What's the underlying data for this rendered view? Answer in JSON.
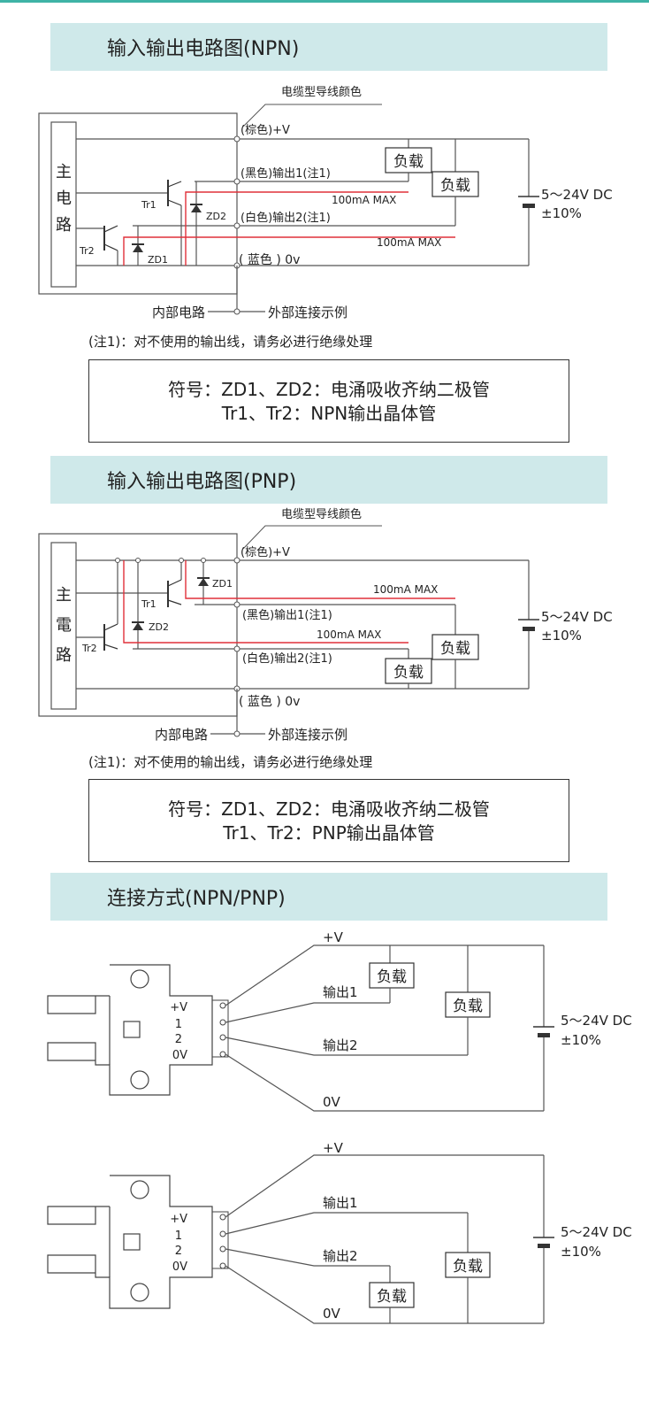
{
  "npn": {
    "title": "输入输出电路图(NPN)",
    "cable_color_label": "电缆型导线颜色",
    "main_circuit": [
      "主",
      "电",
      "路"
    ],
    "brown": "(棕色)+V",
    "black_out1": "(黑色)输出1(注1)",
    "white_out2": "(白色)输出2(注1)",
    "blue": "( 蓝色 ) 0v",
    "tr1": "Tr1",
    "tr2": "Tr2",
    "zd1": "ZD1",
    "zd2": "ZD2",
    "max1": "100mA MAX",
    "max2": "100mA MAX",
    "load": "负载",
    "supply_v": "5～24V DC",
    "supply_tol": "±10%",
    "internal": "内部电路",
    "external": "外部连接示例",
    "note": "(注1)：对不使用的输出线，请务必进行绝缘处理",
    "legend_line1": "符号：ZD1、ZD2：电涌吸收齐纳二极管",
    "legend_line2": "Tr1、Tr2：NPN输出晶体管"
  },
  "pnp": {
    "title": "输入输出电路图(PNP)",
    "cable_color_label": "电缆型导线颜色",
    "main_circuit": [
      "主",
      "電",
      "路"
    ],
    "brown": "(棕色)+V",
    "black_out1": "(黑色)输出1(注1)",
    "white_out2": "(白色)输出2(注1)",
    "blue": "( 蓝色 ) 0v",
    "tr1": "Tr1",
    "tr2": "Tr2",
    "zd1": "ZD1",
    "zd2": "ZD2",
    "max1": "100mA MAX",
    "max2": "100mA MAX",
    "load": "负载",
    "supply_v": "5～24V DC",
    "supply_tol": "±10%",
    "internal": "内部电路",
    "external": "外部连接示例",
    "note": "(注1)：对不使用的输出线，请务必进行绝缘处理",
    "legend_line1": "符号：ZD1、ZD2：电涌吸收齐纳二极管",
    "legend_line2": "Tr1、Tr2：PNP输出晶体管"
  },
  "connection": {
    "title": "连接方式(NPN/PNP)",
    "pins": [
      "+V",
      "1",
      "2",
      "0V"
    ],
    "wire_v": "+V",
    "wire_out1": "输出1",
    "wire_out2": "输出2",
    "wire_0v": "0V",
    "load": "负载",
    "supply_v": "5～24V DC",
    "supply_tol": "±10%"
  },
  "colors": {
    "header_bg": "#cfe9ea",
    "accent": "#3fb3a6",
    "current_path": "#e0303a",
    "line": "#555555"
  }
}
